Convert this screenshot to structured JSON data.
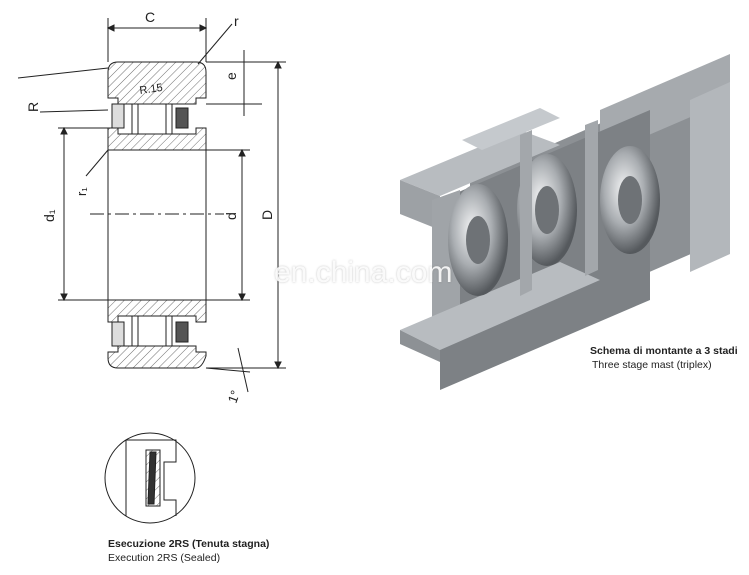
{
  "drawing": {
    "labels": {
      "C": "C",
      "r": "r",
      "e": "e",
      "R": "R",
      "R15": "R.15",
      "r1": "r₁",
      "d1": "d₁",
      "d": "d",
      "D": "D",
      "angle": "1°"
    }
  },
  "captions": {
    "mast_it": "Schema di montante a  3 stadi",
    "mast_en": "Three stage mast (triplex)",
    "seal_it": "Esecuzione 2RS (Tenuta stagna)",
    "seal_en": "Execution 2RS (Sealed)"
  },
  "watermark": "en.china.com",
  "colors": {
    "line": "#222222",
    "steel": "#9a9ea2",
    "steel_dark": "#6f7478",
    "steel_light": "#c9cccf"
  }
}
